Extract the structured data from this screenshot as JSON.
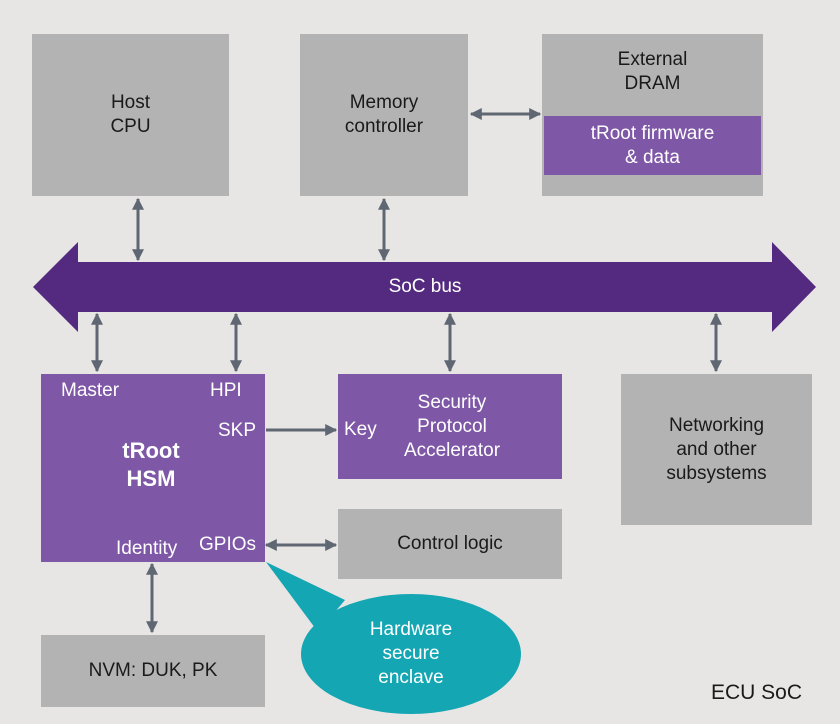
{
  "boxes": {
    "host_cpu": "Host\nCPU",
    "memory_controller": "Memory\ncontroller",
    "external_dram": "External\nDRAM",
    "troot_firmware": "tRoot firmware\n& data",
    "soc_bus": "SoC bus",
    "troot_hsm": "tRoot\nHSM",
    "security_accelerator": "Security\nProtocol\nAccelerator",
    "networking": "Networking\nand other\nsubsystems",
    "control_logic": "Control logic",
    "nvm": "NVM: DUK, PK",
    "enclave": "Hardware\nsecure\nenclave"
  },
  "ports": {
    "master": "Master",
    "hpi": "HPI",
    "skp": "SKP",
    "identity": "Identity",
    "gpios": "GPIOs",
    "key": "Key"
  },
  "footer": {
    "ecu_soc": "ECU SoC"
  },
  "colors": {
    "background": "#e8e6e4",
    "gray_box": "#b4b3b3",
    "purple_box": "#7e57a6",
    "bus": "#532a7f",
    "arrow": "#5f6773",
    "enclave": "#15a6b4"
  }
}
